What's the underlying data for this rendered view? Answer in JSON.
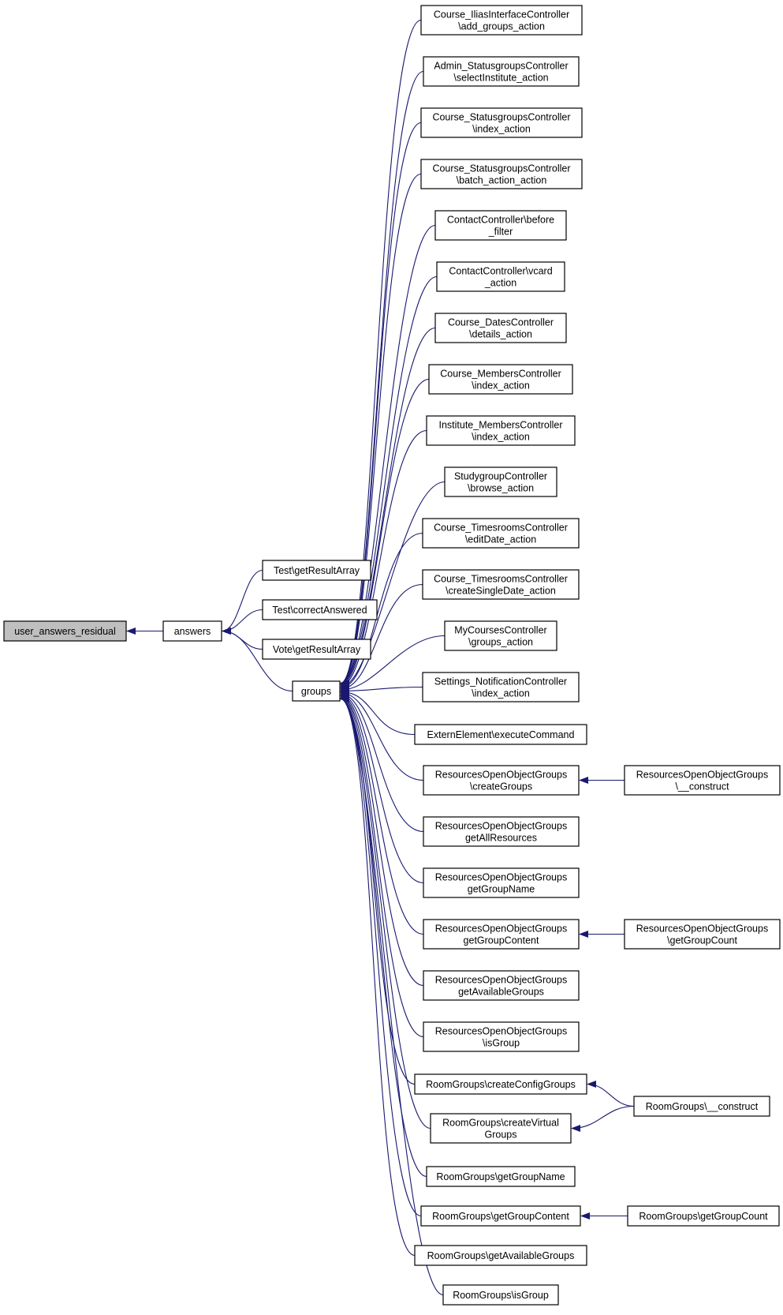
{
  "nodes": [
    {
      "id": "root",
      "lines": [
        "user_answers_residual"
      ],
      "root": true
    },
    {
      "id": "answers",
      "lines": [
        "answers"
      ]
    },
    {
      "id": "t_gra",
      "lines": [
        "Test\\getResultArray"
      ]
    },
    {
      "id": "t_ca",
      "lines": [
        "Test\\correctAnswered"
      ]
    },
    {
      "id": "v_gra",
      "lines": [
        "Vote\\getResultArray"
      ]
    },
    {
      "id": "groups",
      "lines": [
        "groups"
      ]
    },
    {
      "id": "c1",
      "lines": [
        "Course_IliasInterfaceController",
        "\\add_groups_action"
      ]
    },
    {
      "id": "c2",
      "lines": [
        "Admin_StatusgroupsController",
        "\\selectInstitute_action"
      ]
    },
    {
      "id": "c3",
      "lines": [
        "Course_StatusgroupsController",
        "\\index_action"
      ]
    },
    {
      "id": "c4",
      "lines": [
        "Course_StatusgroupsController",
        "\\batch_action_action"
      ]
    },
    {
      "id": "c5",
      "lines": [
        "ContactController\\before",
        "_filter"
      ]
    },
    {
      "id": "c6",
      "lines": [
        "ContactController\\vcard",
        "_action"
      ]
    },
    {
      "id": "c7",
      "lines": [
        "Course_DatesController",
        "\\details_action"
      ]
    },
    {
      "id": "c8",
      "lines": [
        "Course_MembersController",
        "\\index_action"
      ]
    },
    {
      "id": "c9",
      "lines": [
        "Institute_MembersController",
        "\\index_action"
      ]
    },
    {
      "id": "c10",
      "lines": [
        "StudygroupController",
        "\\browse_action"
      ]
    },
    {
      "id": "c11",
      "lines": [
        "Course_TimesroomsController",
        "\\editDate_action"
      ]
    },
    {
      "id": "c12",
      "lines": [
        "Course_TimesroomsController",
        "\\createSingleDate_action"
      ]
    },
    {
      "id": "c13",
      "lines": [
        "MyCoursesController",
        "\\groups_action"
      ]
    },
    {
      "id": "c14",
      "lines": [
        "Settings_NotificationController",
        "\\index_action"
      ]
    },
    {
      "id": "c15",
      "lines": [
        "ExternElement\\executeCommand"
      ]
    },
    {
      "id": "r1",
      "lines": [
        "ResourcesOpenObjectGroups",
        "\\createGroups"
      ]
    },
    {
      "id": "r2",
      "lines": [
        "ResourcesOpenObjectGroups",
        "getAllResources"
      ]
    },
    {
      "id": "r3",
      "lines": [
        "ResourcesOpenObjectGroups",
        "getGroupName"
      ]
    },
    {
      "id": "r4",
      "lines": [
        "ResourcesOpenObjectGroups",
        "getGroupContent"
      ]
    },
    {
      "id": "r5",
      "lines": [
        "ResourcesOpenObjectGroups",
        "getAvailableGroups"
      ]
    },
    {
      "id": "r6",
      "lines": [
        "ResourcesOpenObjectGroups",
        "\\isGroup"
      ]
    },
    {
      "id": "g1",
      "lines": [
        "RoomGroups\\createConfigGroups"
      ]
    },
    {
      "id": "g2",
      "lines": [
        "RoomGroups\\createVirtual",
        "Groups"
      ]
    },
    {
      "id": "g3",
      "lines": [
        "RoomGroups\\getGroupName"
      ]
    },
    {
      "id": "g4",
      "lines": [
        "RoomGroups\\getGroupContent"
      ]
    },
    {
      "id": "g5",
      "lines": [
        "RoomGroups\\getAvailableGroups"
      ]
    },
    {
      "id": "g6",
      "lines": [
        "RoomGroups\\isGroup"
      ]
    },
    {
      "id": "r1c",
      "lines": [
        "ResourcesOpenObjectGroups",
        "\\__construct"
      ]
    },
    {
      "id": "r4c",
      "lines": [
        "ResourcesOpenObjectGroups",
        "\\getGroupCount"
      ]
    },
    {
      "id": "gc",
      "lines": [
        "RoomGroups\\__construct"
      ]
    },
    {
      "id": "g4c",
      "lines": [
        "RoomGroups\\getGroupCount"
      ]
    }
  ],
  "edges": [
    {
      "from": "answers",
      "to": "root"
    },
    {
      "from": "t_gra",
      "to": "answers"
    },
    {
      "from": "t_ca",
      "to": "answers"
    },
    {
      "from": "v_gra",
      "to": "answers"
    },
    {
      "from": "groups",
      "to": "answers"
    },
    {
      "from": "c1",
      "to": "groups"
    },
    {
      "from": "c2",
      "to": "groups"
    },
    {
      "from": "c3",
      "to": "groups"
    },
    {
      "from": "c4",
      "to": "groups"
    },
    {
      "from": "c5",
      "to": "groups"
    },
    {
      "from": "c6",
      "to": "groups"
    },
    {
      "from": "c7",
      "to": "groups"
    },
    {
      "from": "c8",
      "to": "groups"
    },
    {
      "from": "c9",
      "to": "groups"
    },
    {
      "from": "c10",
      "to": "groups"
    },
    {
      "from": "c11",
      "to": "groups"
    },
    {
      "from": "c12",
      "to": "groups"
    },
    {
      "from": "c13",
      "to": "groups"
    },
    {
      "from": "c14",
      "to": "groups"
    },
    {
      "from": "c15",
      "to": "groups"
    },
    {
      "from": "r1",
      "to": "groups"
    },
    {
      "from": "r2",
      "to": "groups"
    },
    {
      "from": "r3",
      "to": "groups"
    },
    {
      "from": "r4",
      "to": "groups"
    },
    {
      "from": "r5",
      "to": "groups"
    },
    {
      "from": "r6",
      "to": "groups"
    },
    {
      "from": "g1",
      "to": "groups"
    },
    {
      "from": "g2",
      "to": "groups"
    },
    {
      "from": "g3",
      "to": "groups"
    },
    {
      "from": "g4",
      "to": "groups"
    },
    {
      "from": "g5",
      "to": "groups"
    },
    {
      "from": "g6",
      "to": "groups"
    },
    {
      "from": "r1c",
      "to": "r1"
    },
    {
      "from": "r4c",
      "to": "r4"
    },
    {
      "from": "gc",
      "to": "g1"
    },
    {
      "from": "gc",
      "to": "g2"
    },
    {
      "from": "g4c",
      "to": "g4"
    }
  ],
  "colors": {
    "edge": "#191970",
    "root_fill": "#bfbfbf",
    "node_fill": "#ffffff",
    "border": "#000000"
  }
}
